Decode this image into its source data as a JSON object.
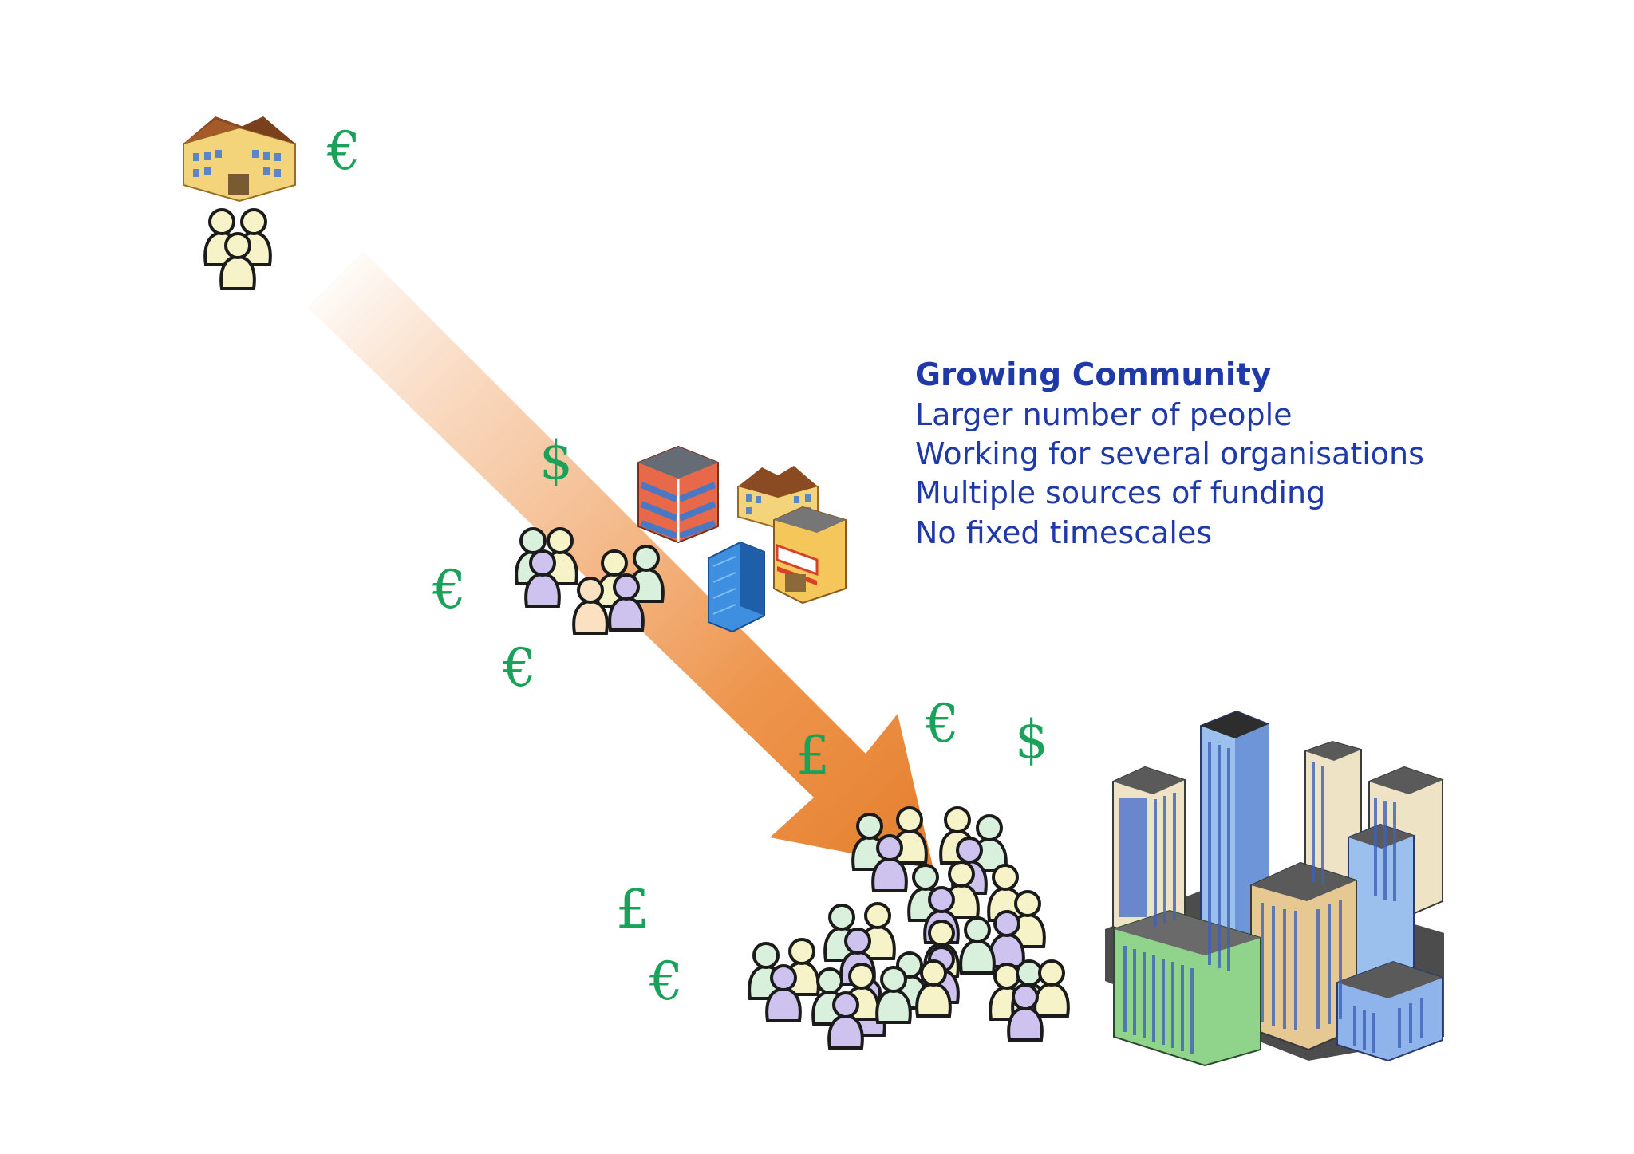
{
  "text_panel": {
    "heading": "Growing Community",
    "lines": [
      "Larger number of people",
      "Working for several organisations",
      "Multiple sources of funding",
      "No fixed timescales"
    ]
  },
  "currency_symbols": [
    "€",
    "$",
    "€",
    "€",
    "£",
    "€",
    "$",
    "£",
    "€"
  ],
  "icons": {
    "small_group": [
      "office-building-icon",
      "people-group-icon"
    ],
    "medium_group": [
      "people-group-icon",
      "hospital-building-icon",
      "office-building-icon",
      "shop-building-icon",
      "glass-tower-icon"
    ],
    "large_group": [
      "people-crowd-icon",
      "city-skyline-icon"
    ],
    "growth_arrow": "growth-arrow-icon"
  },
  "colors": {
    "text": "#1f3aa8",
    "currency": "#1aa15a",
    "arrow": "#ec8a3a"
  }
}
